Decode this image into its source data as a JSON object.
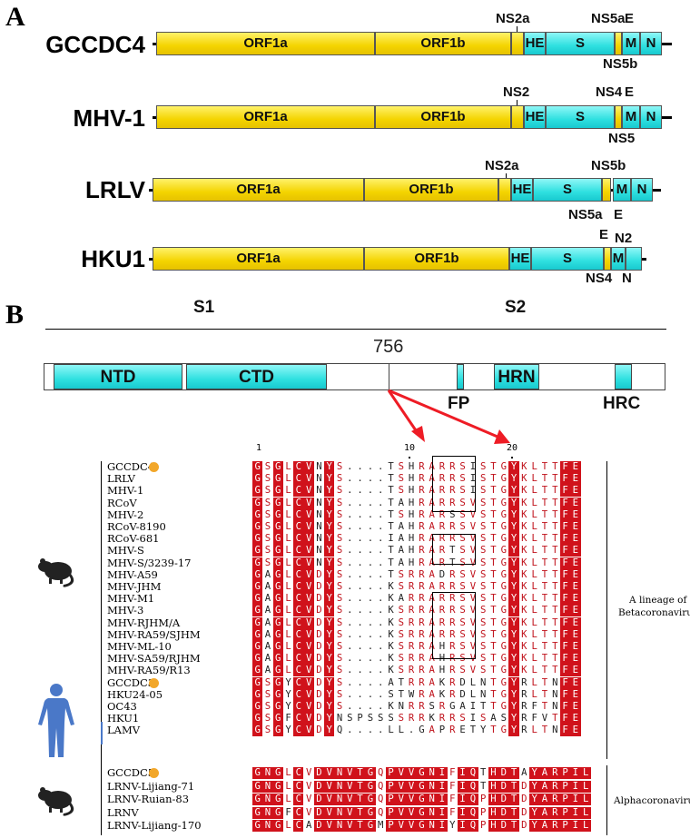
{
  "panel_a": {
    "letter": "A",
    "genomes": [
      {
        "name": "GCCDC4",
        "segments": [
          {
            "id": "orf1a",
            "label": "ORF1a"
          },
          {
            "id": "orf1b",
            "label": "ORF1b"
          },
          {
            "id": "he",
            "label": "HE"
          },
          {
            "id": "s",
            "label": "S"
          },
          {
            "id": "m",
            "label": "M"
          },
          {
            "id": "n",
            "label": "N"
          }
        ],
        "annotations": {
          "top": [
            "NS2a",
            "NS5a",
            "E"
          ],
          "bottom": [
            "NS5b"
          ]
        }
      },
      {
        "name": "MHV-1",
        "segments": [
          {
            "id": "orf1a",
            "label": "ORF1a"
          },
          {
            "id": "orf1b",
            "label": "ORF1b"
          },
          {
            "id": "he",
            "label": "HE"
          },
          {
            "id": "s",
            "label": "S"
          },
          {
            "id": "m",
            "label": "M"
          },
          {
            "id": "n",
            "label": "N"
          }
        ],
        "annotations": {
          "top": [
            "NS2",
            "NS4",
            "E"
          ],
          "bottom": [
            "NS5"
          ]
        }
      },
      {
        "name": "LRLV",
        "segments": [
          {
            "id": "orf1a",
            "label": "ORF1a"
          },
          {
            "id": "orf1b",
            "label": "ORF1b"
          },
          {
            "id": "he",
            "label": "HE"
          },
          {
            "id": "s",
            "label": "S"
          },
          {
            "id": "m",
            "label": "M"
          },
          {
            "id": "n",
            "label": "N"
          }
        ],
        "annotations": {
          "top": [
            "NS2a",
            "NS5b"
          ],
          "bottom": [
            "NS5a",
            "E"
          ]
        }
      },
      {
        "name": "HKU1",
        "segments": [
          {
            "id": "orf1a",
            "label": "ORF1a"
          },
          {
            "id": "orf1b",
            "label": "ORF1b"
          },
          {
            "id": "he",
            "label": "HE"
          },
          {
            "id": "s",
            "label": "S"
          },
          {
            "id": "m",
            "label": "M"
          },
          {
            "id": "n",
            "label": ""
          }
        ],
        "annotations": {
          "top": [
            "E",
            "N2"
          ],
          "bottom": [
            "NS4",
            "N"
          ]
        }
      }
    ]
  },
  "panel_b": {
    "letter": "B",
    "s1_label": "S1",
    "s2_label": "S2",
    "position_label": "756",
    "domains": {
      "ntd": "NTD",
      "ctd": "CTD",
      "fp": "FP",
      "hrn": "HRN",
      "hrc": "HRC"
    },
    "ruler": {
      "pos1": "1",
      "pos10": "10",
      "pos20": "20"
    },
    "group_labels": {
      "beta_line1": "A lineage of",
      "beta_line2": "Betacoronavirus",
      "alpha": "Alphacoronavirus"
    },
    "colors": {
      "conserved": "#d0121b",
      "orf": "#f4d400",
      "structural": "#2fe0e0",
      "marker": "#f2a72a",
      "human": "#4a78c8"
    },
    "alignment_beta": [
      {
        "name": "GCCDC4",
        "seq": "GSGLCVNYS....TSHRARRSISTGYKLTTFE",
        "dot": true
      },
      {
        "name": "LRLV",
        "seq": "GSGLCVNYS....TSHRARRSISTGYKLTTFE"
      },
      {
        "name": "MHV-1",
        "seq": "GSGLCVNYS....TSHRARRSISTGYKLTTFE"
      },
      {
        "name": "RCoV",
        "seq": "GSGLCVNYS....TAHRARRSVSTGYKLTTFE"
      },
      {
        "name": "MHV-2",
        "seq": "GSGLCVNYS....TSHRARSSVSTGYKLTTFE"
      },
      {
        "name": "RCoV-8190",
        "seq": "GSGLCVNYS....TAHRARRSVSTGYKLTTFE"
      },
      {
        "name": "RCoV-681",
        "seq": "GSGLCVNYS....IAHRARRSVSTGYKLTTFE"
      },
      {
        "name": "MHV-S",
        "seq": "GSGLCVNYS....TAHRARTSVSTGYKLTTFE"
      },
      {
        "name": "MHV-S/3239-17",
        "seq": "GSGLCVNYS....TAHRARTSVSTGYKLTTFE"
      },
      {
        "name": "MHV-A59",
        "seq": "GAGLCVDYS....TSRRADRSVSTGYKLTTFE"
      },
      {
        "name": "MHV-JHM",
        "seq": "GAGLCVDYS....KSRRARRSVSTGYKLTTFE"
      },
      {
        "name": "MHV-M1",
        "seq": "GAGLCVDYS....KARRARRSVSTGYKLTTFE"
      },
      {
        "name": "MHV-3",
        "seq": "GAGLCVDYS....KSRRARRSVSTGYKLTTFE"
      },
      {
        "name": "MHV-RJHM/A",
        "seq": "GAGLCVDYS....KSRRARRSVSTGYKLTTFE"
      },
      {
        "name": "MHV-RA59/SJHM",
        "seq": "GAGLCVDYS....KSRRARRSVSTGYKLTTFE"
      },
      {
        "name": "MHV-ML-10",
        "seq": "GAGLCVDYS....KSRRAHRSVSTGYKLTTFE"
      },
      {
        "name": "MHV-SA59/RJHM",
        "seq": "GAGLCVDYS....KSRRAHRSVSTGYKLTTFE"
      },
      {
        "name": "MHV-RA59/R13",
        "seq": "GAGLCVDYS....KSRRAHRSVSTGYKLTTFE"
      },
      {
        "name": "GCCDC3",
        "seq": "GSGYCVDYS....ATRRAKRDLNTGYRLTNFE",
        "dot": true
      },
      {
        "name": "HKU24-05",
        "seq": "GSGYCVDYS....STWRAKRDLNTGYRLTNFE"
      },
      {
        "name": "OC43",
        "seq": "GSGYCVDYS....KNRRSRGAITTGYRFTNFE"
      },
      {
        "name": "HKU1",
        "seq": "GSGFCVDYNSPSSSSRRKRRSISASYRFVTFE"
      },
      {
        "name": "LAMV",
        "seq": "GSGYCVDYQ....LL.GAPRETYTGYRLTNFE"
      }
    ],
    "alignment_alpha": [
      {
        "name": "GCCDC5",
        "seq": "GNGLCVDVNVTGQPVVGNIFIQTHDTAYARPIL",
        "dot": true
      },
      {
        "name": "LRNV-Lijiang-71",
        "seq": "GNGLCVDVNVTGQPVVGNIFIQTHDTDYARPIL"
      },
      {
        "name": "LRNV-Ruian-83",
        "seq": "GNGLCVDVNVTGQPVVGNIFIQPHDTDYARPIL"
      },
      {
        "name": "LRNV",
        "seq": "GNGFCVDVNVTGQPVVGNIFIQPHDTDYARPIL"
      },
      {
        "name": "LRNV-Lijiang-170",
        "seq": "GNGLCADVNVTGMPVVGNIYIQPHDTDYARPIL"
      }
    ]
  }
}
